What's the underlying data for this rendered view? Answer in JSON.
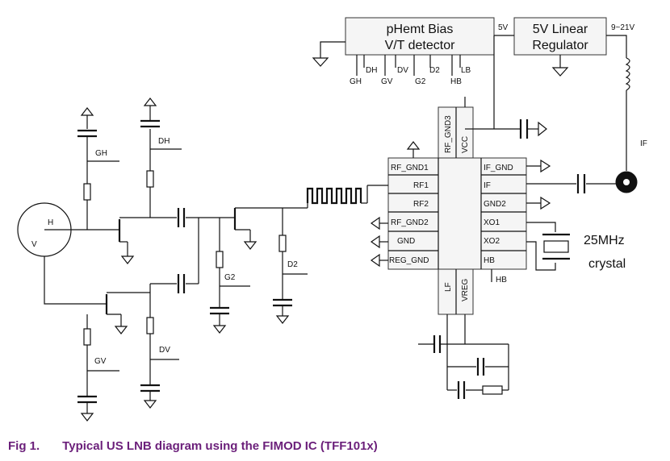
{
  "caption": {
    "figure_number": "Fig 1.",
    "title": "Typical US LNB diagram using the FIMOD IC (TFF101x)"
  },
  "bias_detector": {
    "line1": "pHemt Bias",
    "line2": "V/T detector"
  },
  "regulator": {
    "line1": "5V Linear",
    "line2": "Regulator"
  },
  "top_labels": {
    "five_v": "5V",
    "input_range": "9~21V",
    "if": "IF"
  },
  "detector_pins": [
    "DH",
    "DV",
    "D2",
    "LB"
  ],
  "detector_nets": [
    "GH",
    "GV",
    "G2",
    "HB"
  ],
  "ic": {
    "top_pins": [
      "RF_GND3",
      "VCC"
    ],
    "bottom_pins": [
      "LF",
      "VREG"
    ],
    "left_pins": [
      "RF_GND1",
      "RF1",
      "RF2",
      "RF_GND2",
      "GND",
      "REG_GND"
    ],
    "right_pins": [
      "IF_GND",
      "IF",
      "GND2",
      "XO1",
      "XO2",
      "HB"
    ]
  },
  "crystal": {
    "frequency": "25MHz",
    "label": "crystal"
  },
  "net_labels": {
    "gh": "GH",
    "dh": "DH",
    "h": "H",
    "v": "V",
    "g2": "G2",
    "d2": "D2",
    "gv": "GV",
    "dv": "DV",
    "hb": "HB"
  }
}
